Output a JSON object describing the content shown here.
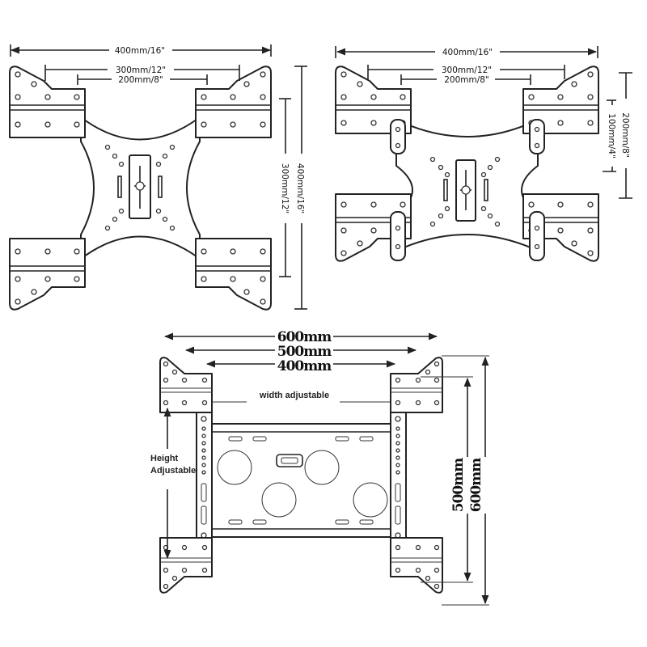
{
  "mount_a": {
    "width_overall": "400mm/16\"",
    "width_mid": "300mm/12\"",
    "width_inner": "200mm/8\"",
    "height_overall": "400mm/16\"",
    "height_inner": "300mm/12\""
  },
  "mount_b": {
    "width_overall": "400mm/16\"",
    "width_mid": "300mm/12\"",
    "width_inner": "200mm/8\"",
    "height_overall": "200mm/8\"",
    "height_inner": "100mm/4\""
  },
  "mount_c": {
    "width_overall": "600mm",
    "width_mid": "500mm",
    "width_inner": "400mm",
    "width_note": "width adjustable",
    "height_note_line1": "Height",
    "height_note_line2": "Adjustable",
    "height_inner": "500mm",
    "height_overall": "600mm"
  }
}
